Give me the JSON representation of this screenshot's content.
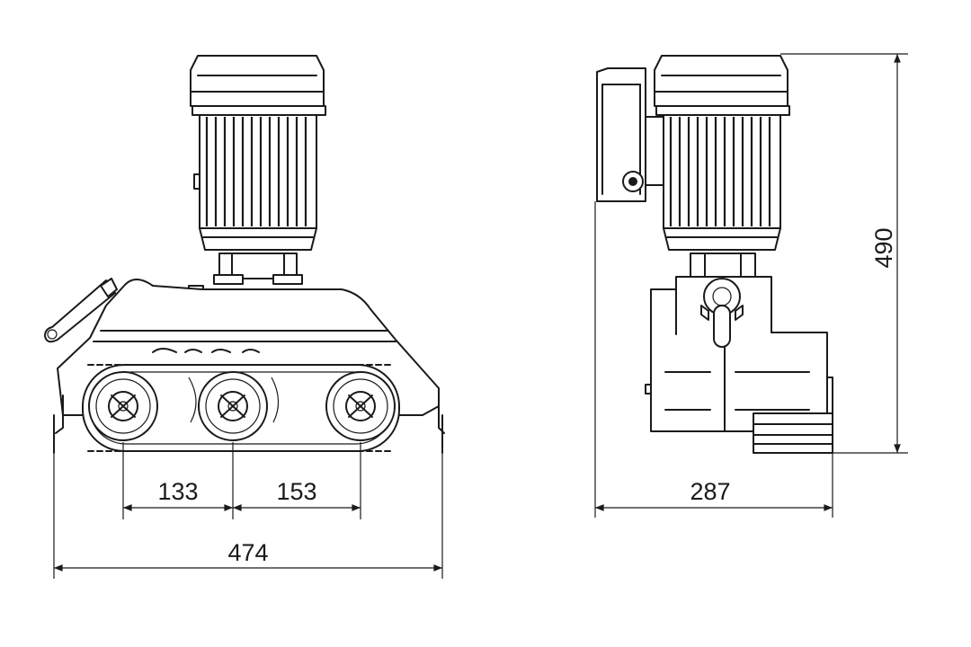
{
  "dimensions": {
    "front_overall_width": "474",
    "front_wheel_spacing_left": "133",
    "front_wheel_spacing_right": "153",
    "side_depth": "287",
    "side_height": "490"
  },
  "colors": {
    "line": "#1a1a1a",
    "background": "#ffffff"
  }
}
